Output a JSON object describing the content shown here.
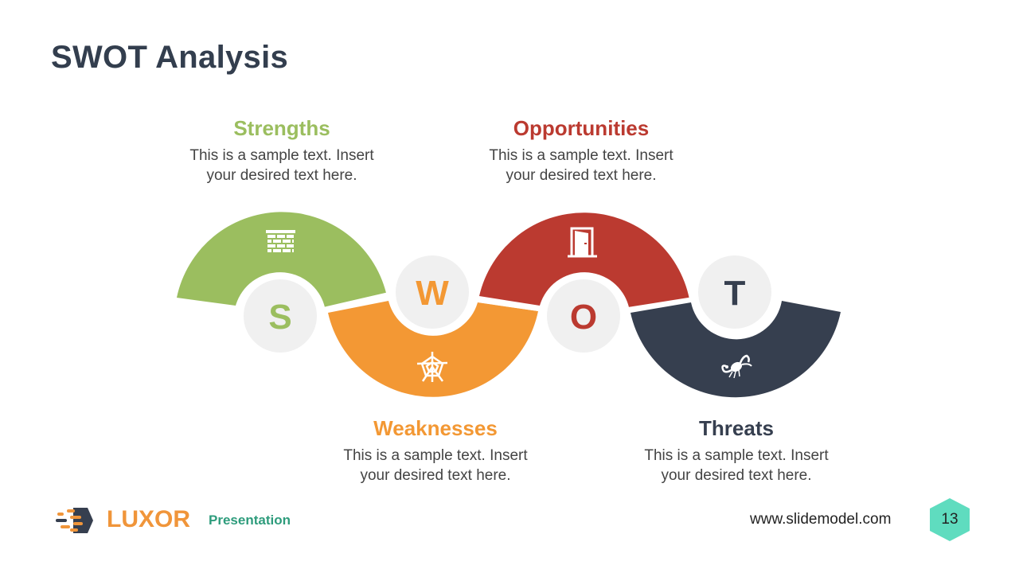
{
  "slide": {
    "title": "SWOT Analysis",
    "page_number": "13"
  },
  "colors": {
    "strengths": "#9bbe5f",
    "weaknesses": "#f39834",
    "opportunities": "#bb3a30",
    "threats": "#363f4f",
    "letter_circle": "#f0f0f0",
    "page_badge": "#5fdcbf"
  },
  "swot": [
    {
      "key": "strengths",
      "letter": "S",
      "heading": "Strengths",
      "text_line1": "This is a sample text. Insert",
      "text_line2": "your desired text here.",
      "icon": "brick-wall-icon"
    },
    {
      "key": "weaknesses",
      "letter": "W",
      "heading": "Weaknesses",
      "text_line1": "This is a sample text. Insert",
      "text_line2": "your desired text here.",
      "icon": "spider-web-icon"
    },
    {
      "key": "opportunities",
      "letter": "O",
      "heading": "Opportunities",
      "text_line1": "This is a sample text. Insert",
      "text_line2": "your desired text here.",
      "icon": "open-door-icon"
    },
    {
      "key": "threats",
      "letter": "T",
      "heading": "Threats",
      "text_line1": "This is a sample text. Insert",
      "text_line2": "your desired text here.",
      "icon": "scorpion-icon"
    }
  ],
  "footer": {
    "brand": "LUXOR",
    "brand_sub": "Presentation",
    "url": "www.slidemodel.com"
  }
}
